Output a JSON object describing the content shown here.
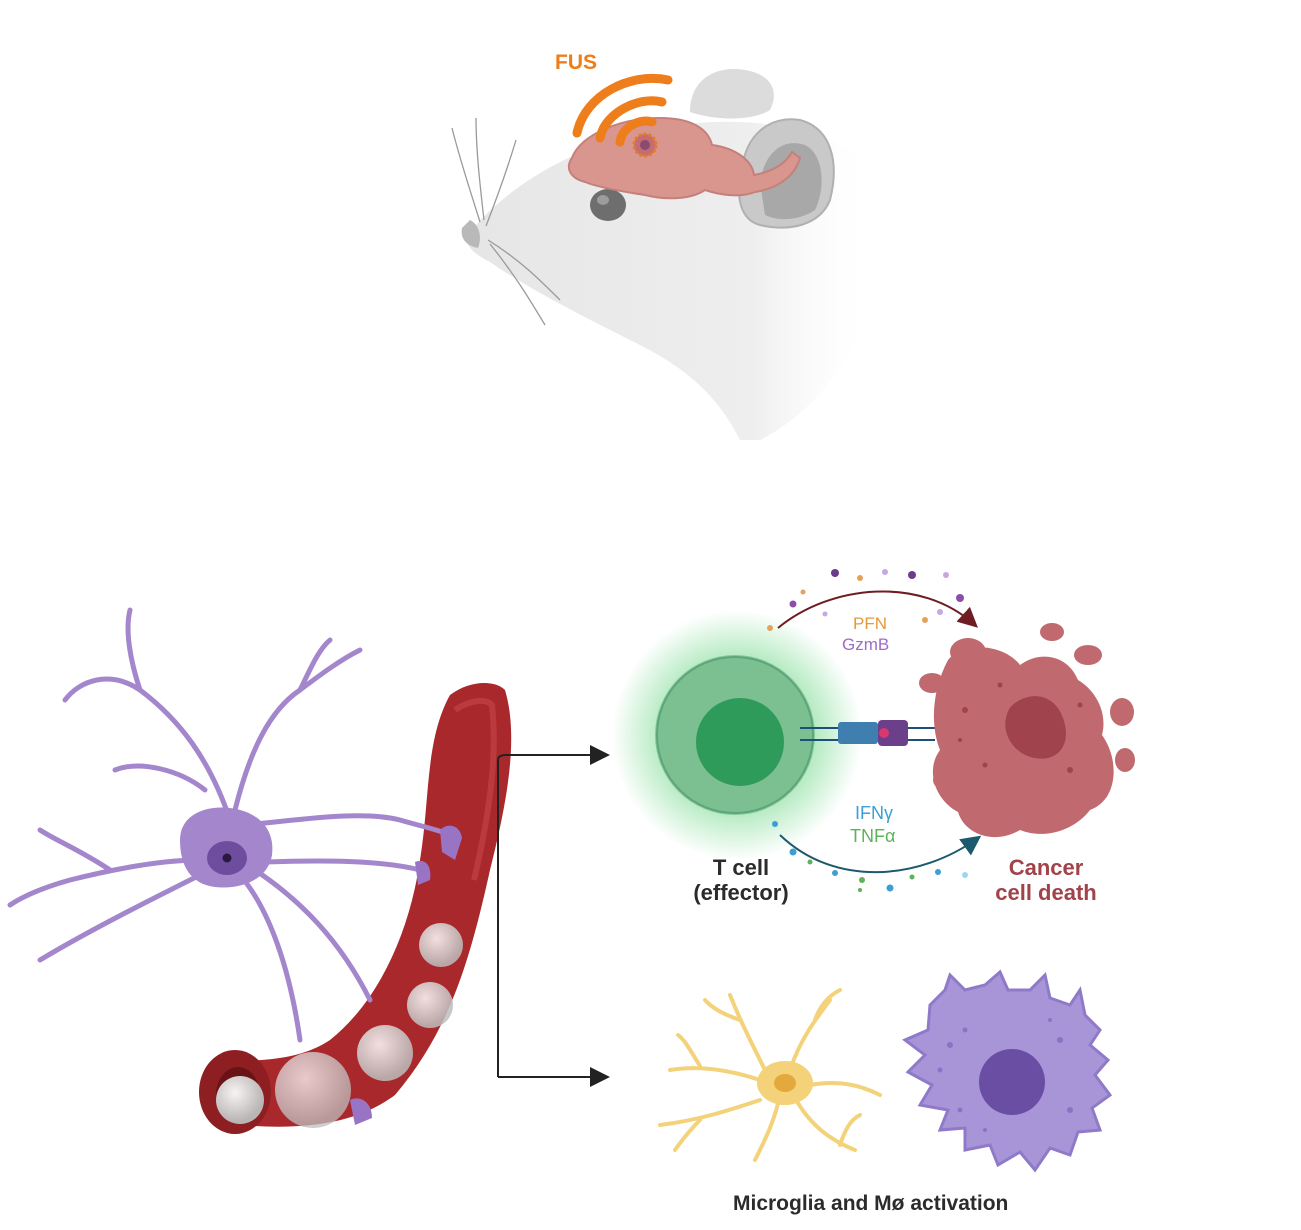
{
  "labels": {
    "fus": "FUS",
    "pfn": "PFN",
    "gzmb": "GzmB",
    "ifng": "IFNγ",
    "tnfa": "TNFα",
    "tcell_line1": "T cell",
    "tcell_line2": "(effector)",
    "cancer_line1": "Cancer",
    "cancer_line2": "cell death",
    "microglia": "Microglia and Mø activation"
  },
  "colors": {
    "fus": "#ee7d1b",
    "pfn": "#e39a3c",
    "gzmb": "#a06cc6",
    "ifng": "#3b9fd6",
    "tnfa": "#5db35b",
    "tcell_text": "#2b2b2b",
    "cancer_text": "#a2434a",
    "vessel": "#a9282c",
    "astrocyte": "#a486cc",
    "microglia_cell": "#f3d27a",
    "macrophage": "#a895d8",
    "tcell": "#5fb67a",
    "cancer_cell": "#c06a70"
  }
}
